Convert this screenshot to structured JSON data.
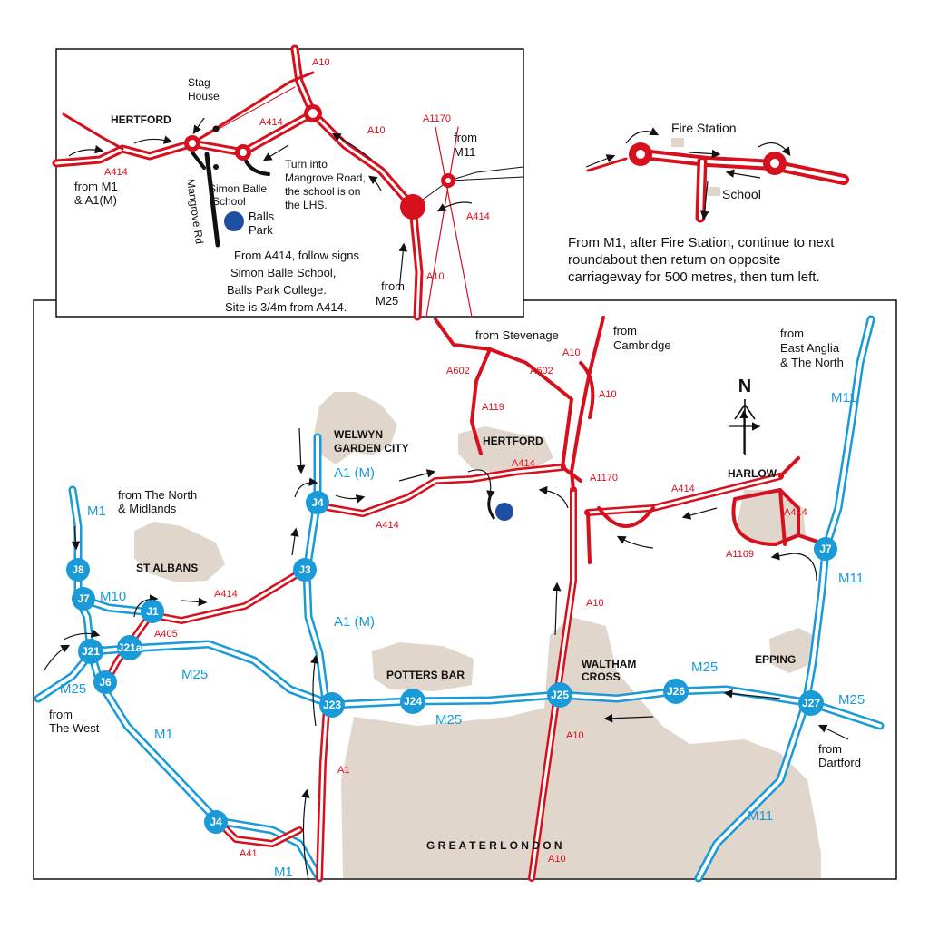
{
  "colors": {
    "motorway": "#1a9ad6",
    "a_road": "#d7101e",
    "urban_area": "#e0d6cc",
    "site_marker": "#1f4fa0",
    "background": "#ffffff"
  },
  "compass": {
    "label": "N"
  },
  "inset_hertford": {
    "place": "HERTFORD",
    "stag_house": [
      "Stag",
      "House"
    ],
    "school": [
      "Simon Balle",
      "School"
    ],
    "balls_park": [
      "Balls",
      "Park"
    ],
    "mangrove_rd": "Mangrove Rd",
    "from_m1": [
      "from M1",
      "& A1(M)"
    ],
    "from_m11": [
      "from",
      "M11"
    ],
    "from_m25": [
      "from",
      "M25"
    ],
    "turn_note": [
      "Turn into",
      "Mangrove Road,",
      "the school is on",
      "the LHS."
    ],
    "follow_note": [
      "From A414, follow signs",
      "Simon Balle School,",
      "Balls Park College.",
      "Site is 3/4m from A414."
    ],
    "roads": {
      "a10_top": "A10",
      "a10_mid": "A10",
      "a10_bottom": "A10",
      "a414_left": "A414",
      "a414_mid": "A414",
      "a414_right": "A414",
      "a1170": "A1170"
    }
  },
  "inset_harlow": {
    "fire_station": "Fire Station",
    "school": "School",
    "note": [
      "From M1, after Fire Station, continue to next",
      "roundabout then return on opposite",
      "carriageway for 500 metres, then turn left."
    ]
  },
  "places": {
    "welwyn": [
      "WELWYN",
      "GARDEN CITY"
    ],
    "hertford": "HERTFORD",
    "harlow": "HARLOW",
    "st_albans": "ST ALBANS",
    "potters_bar": "POTTERS BAR",
    "waltham_cross": [
      "WALTHAM",
      "CROSS"
    ],
    "epping": "EPPING",
    "greater_london": "G R E A T E R   L O N D O N"
  },
  "directions": {
    "stevenage": "from Stevenage",
    "cambridge": [
      "from",
      "Cambridge"
    ],
    "east_anglia": [
      "from",
      "East Anglia",
      "& The North"
    ],
    "north_midlands": [
      "from The North",
      "& Midlands"
    ],
    "west": [
      "from",
      "The West"
    ],
    "dartford": [
      "from",
      "Dartford"
    ]
  },
  "motorway_labels": {
    "m11_top": "M11",
    "a1m_top": "A1 (M)",
    "m1_top": "M1",
    "m10": "M10",
    "a1m_mid": "A1 (M)",
    "m25_left_w": "M25",
    "m25_left": "M25",
    "m1_mid": "M1",
    "m25_mid": "M25",
    "m25_right_a": "M25",
    "m25_right_b": "M25",
    "m11_mid": "M11",
    "m11_bottom": "M11",
    "m1_bottom": "M1"
  },
  "a_road_labels": {
    "a602_a": "A602",
    "a602_b": "A602",
    "a119": "A119",
    "a10_a": "A10",
    "a10_b": "A10",
    "a414_herts": "A414",
    "a1170": "A1170",
    "a414_east": "A414",
    "a414_harlow": "A414",
    "a1169": "A1169",
    "a414_welwyn": "A414",
    "a414_stalbans": "A414",
    "a405": "A405",
    "a10_mid": "A10",
    "a10_low": "A10",
    "a10_bottom": "A10",
    "a1": "A1",
    "a41": "A41"
  },
  "junctions": {
    "j8": "J8",
    "j7w": "J7",
    "j1": "J1",
    "j21": "J21",
    "j21a": "J21a",
    "j6": "J6",
    "j4a": "J4",
    "j3": "J3",
    "j23": "J23",
    "j24": "J24",
    "j25": "J25",
    "j26": "J26",
    "j27": "J27",
    "j7e": "J7",
    "j4m1": "J4"
  }
}
